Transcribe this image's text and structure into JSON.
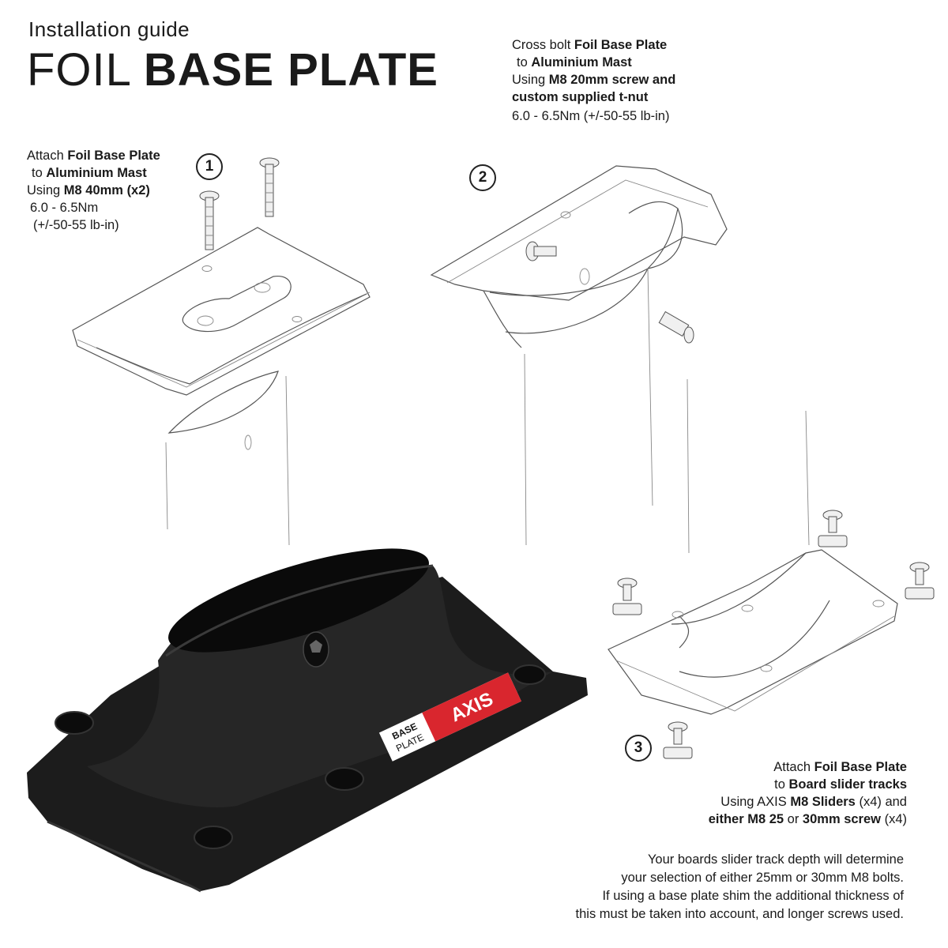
{
  "header": {
    "subtitle": "Installation guide",
    "title_light": "FOIL",
    "title_bold": "BASE PLATE"
  },
  "step1": {
    "number": "1",
    "text_a": "Attach ",
    "bold_a": "Foil Base Plate",
    "text_b": "to ",
    "bold_b": "Aluminium Mast",
    "text_c": "Using ",
    "bold_c": "M8 40mm (x2)",
    "torque": "6.0 - 6.5Nm",
    "torque_lb": "(+/-50-55 lb-in)"
  },
  "step2": {
    "number": "2",
    "text_a": "Cross bolt ",
    "bold_a": "Foil Base Plate",
    "text_b": "to ",
    "bold_b": "Aluminium Mast",
    "text_c": "Using ",
    "bold_c": "M8 20mm screw and",
    "bold_d": "custom supplied t-nut",
    "torque": "6.0 - 6.5Nm (+/-50-55 lb-in)"
  },
  "step3": {
    "number": "3",
    "text_a": "Attach ",
    "bold_a": "Foil Base Plate",
    "text_b": "to ",
    "bold_b": "Board slider tracks",
    "text_c": "Using AXIS ",
    "bold_c": "M8 Sliders",
    "text_d": " (x4) and",
    "bold_d": "either M8 25",
    "text_e": " or ",
    "bold_e": "30mm screw",
    "text_f": " (x4)"
  },
  "note": {
    "line1": "Your boards slider track depth will determine",
    "line2": "your selection of either 25mm or 30mm M8 bolts.",
    "line3": "If using a base plate shim the additional thickness of",
    "line4": "this must be taken into account, and longer screws used."
  },
  "product_label": {
    "brand": "AXIS",
    "label_line1": "BASE",
    "label_line2": "PLATE"
  },
  "colors": {
    "product": "#1c1c1c",
    "brand_red": "#d9262e",
    "line": "#555555"
  }
}
